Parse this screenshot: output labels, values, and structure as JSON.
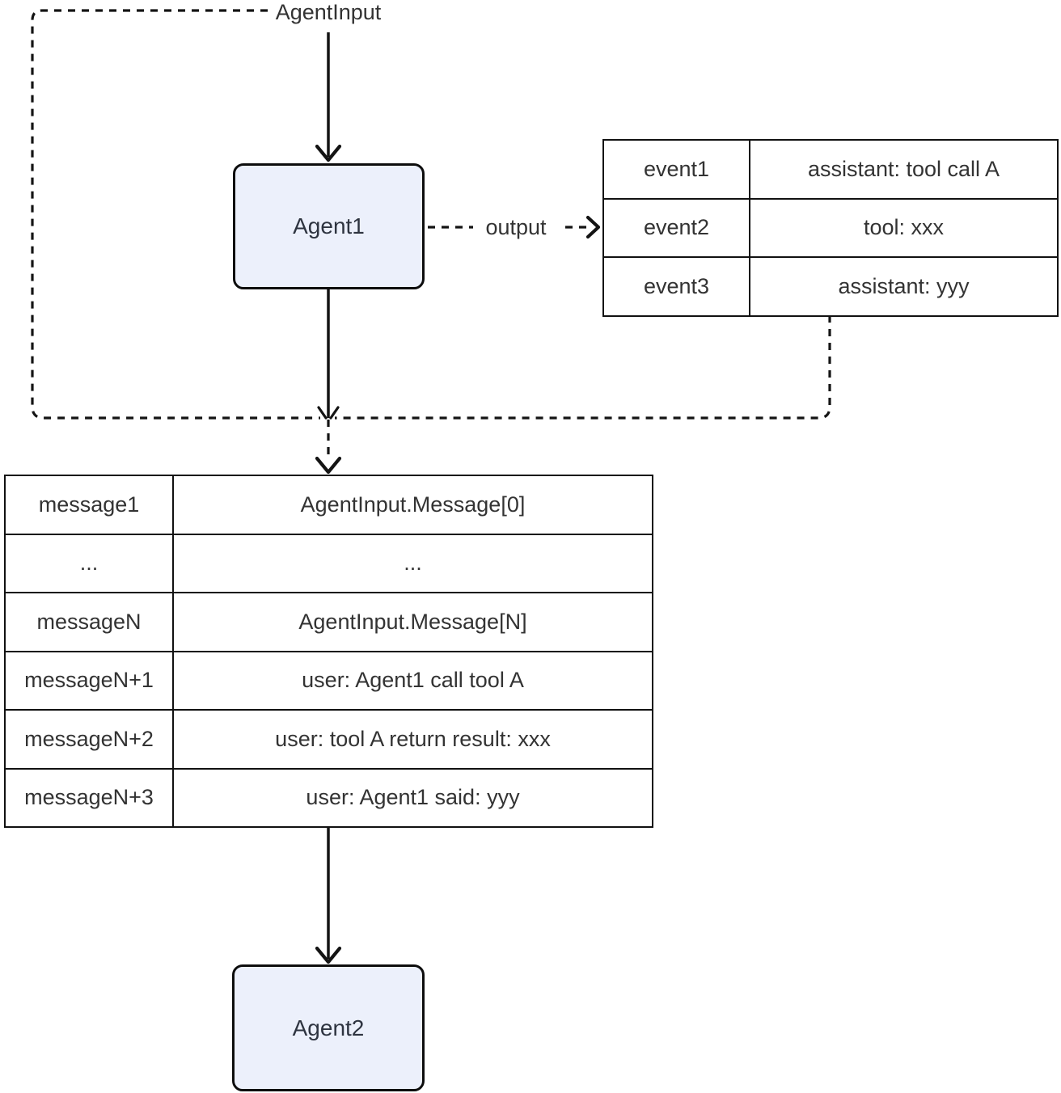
{
  "labels": {
    "agent_input": "AgentInput",
    "output": "output"
  },
  "nodes": {
    "agent1": "Agent1",
    "agent2": "Agent2"
  },
  "events_table": {
    "rows": [
      {
        "key": "event1",
        "value": "assistant: tool call A"
      },
      {
        "key": "event2",
        "value": "tool: xxx"
      },
      {
        "key": "event3",
        "value": "assistant: yyy"
      }
    ]
  },
  "messages_table": {
    "rows": [
      {
        "key": "message1",
        "value": "AgentInput.Message[0]"
      },
      {
        "key": "...",
        "value": "..."
      },
      {
        "key": "messageN",
        "value": "AgentInput.Message[N]"
      },
      {
        "key": "messageN+1",
        "value": "user: Agent1 call tool A"
      },
      {
        "key": "messageN+2",
        "value": "user: tool A return result: xxx"
      },
      {
        "key": "messageN+3",
        "value": "user: Agent1 said: yyy"
      }
    ]
  },
  "colors": {
    "node_fill": "#ecf0fb",
    "stroke": "#141414",
    "text": "#333333",
    "node_text": "#2e3440",
    "background": "#ffffff"
  }
}
